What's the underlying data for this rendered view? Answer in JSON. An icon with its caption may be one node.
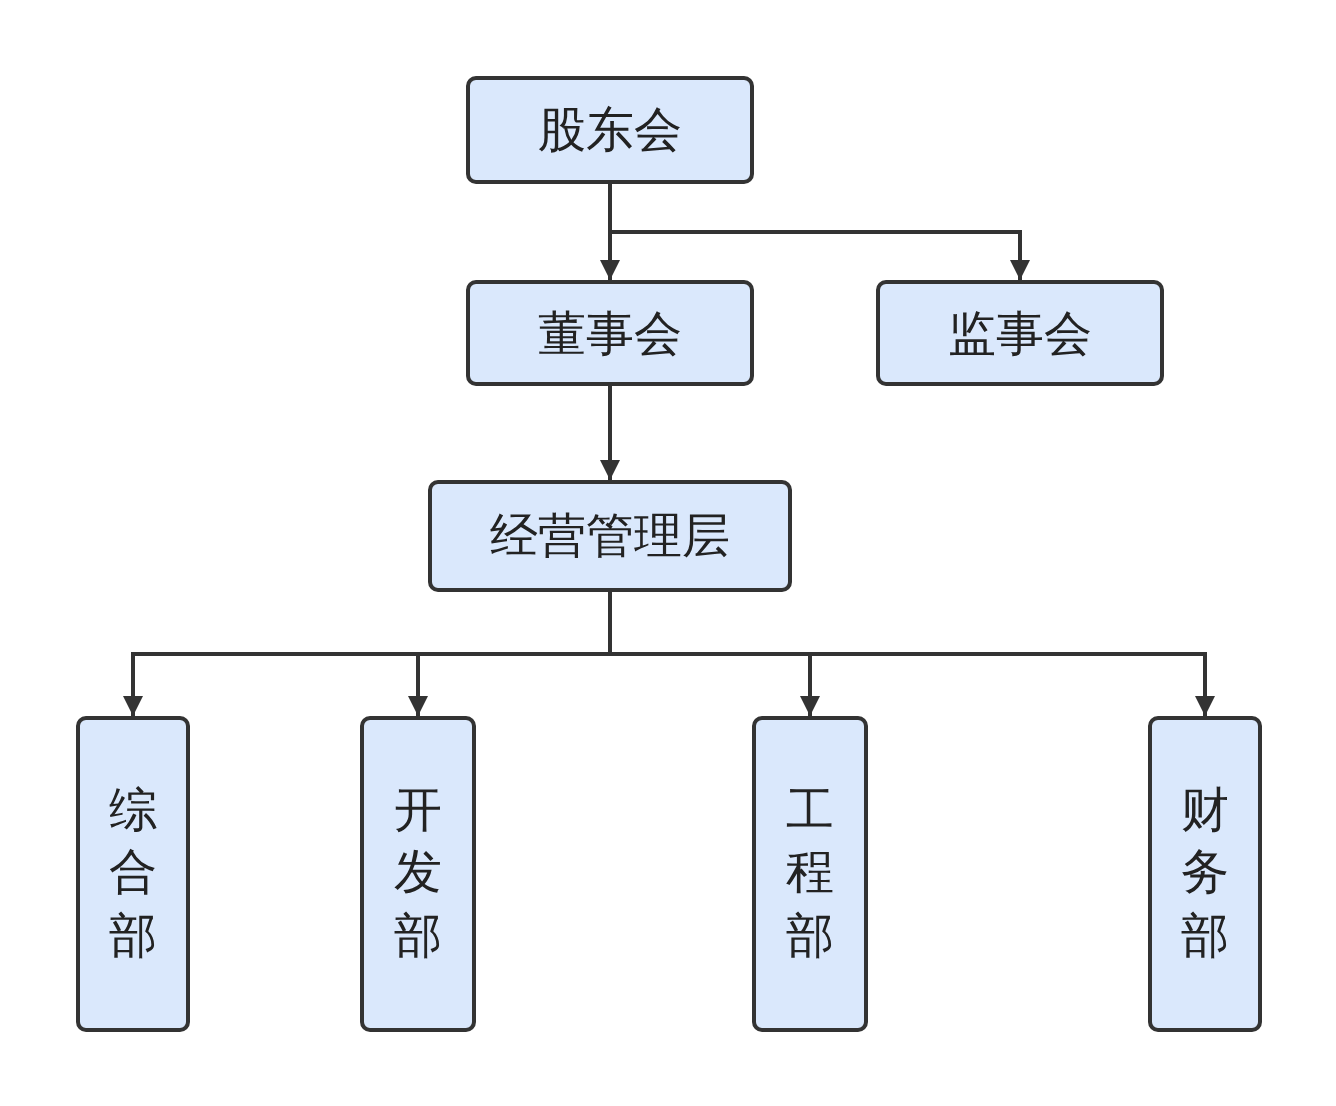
{
  "diagram": {
    "nodes": [
      {
        "text": [
          "股东会"
        ]
      },
      {
        "text": [
          "董事会"
        ]
      },
      {
        "text": [
          "监事会"
        ]
      },
      {
        "text": [
          "经营管理层"
        ]
      },
      {
        "text": [
          "综合部"
        ]
      },
      {
        "text": [
          "开发部"
        ]
      },
      {
        "text": [
          "工程部"
        ]
      },
      {
        "text": [
          "财务部"
        ]
      }
    ],
    "edges": [
      {
        "from": 0,
        "to": 1,
        "arrow": "to"
      },
      {
        "from": 0,
        "to": 2,
        "arrow": "to"
      },
      {
        "from": 1,
        "to": 3,
        "arrow": "to"
      },
      {
        "from": 3,
        "to": 4,
        "arrow": "to"
      },
      {
        "from": 3,
        "to": 5,
        "arrow": "to"
      },
      {
        "from": 3,
        "to": 6,
        "arrow": "to"
      },
      {
        "from": 3,
        "to": 7,
        "arrow": "to"
      }
    ]
  }
}
